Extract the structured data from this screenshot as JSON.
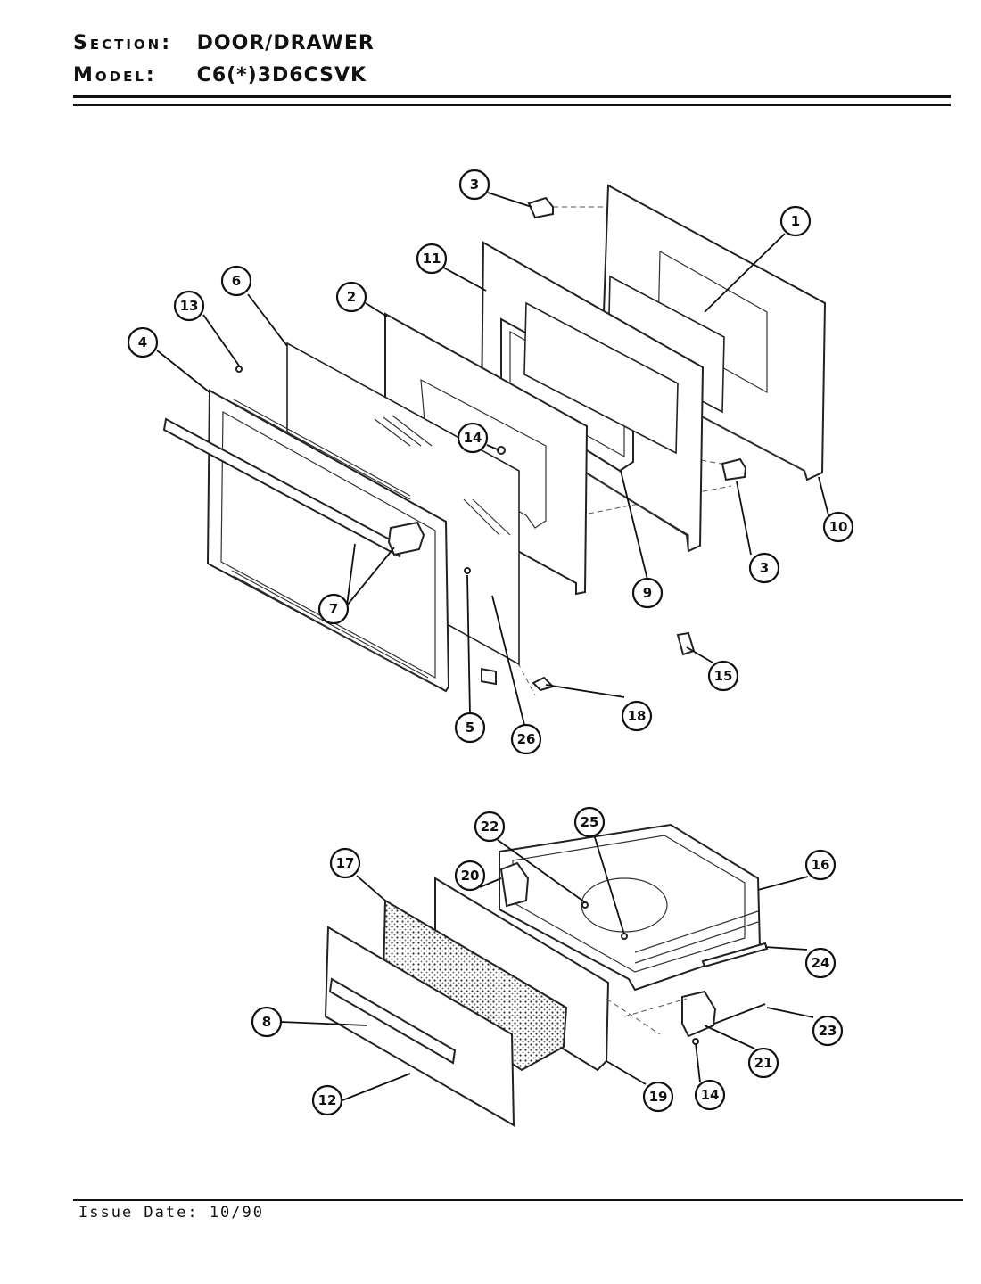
{
  "header": {
    "section_label": "Section:",
    "section_value": "DOOR/DRAWER",
    "model_label": "Model:",
    "model_value": "C6(*)3D6CSVK"
  },
  "footer": {
    "issue_date": "Issue Date: 10/90"
  },
  "callouts": {
    "door": [
      "3",
      "1",
      "11",
      "2",
      "6",
      "13",
      "4",
      "14",
      "3",
      "10",
      "9",
      "7",
      "5",
      "26",
      "15",
      "18"
    ],
    "drawer": [
      "22",
      "25",
      "17",
      "20",
      "16",
      "24",
      "8",
      "23",
      "21",
      "12",
      "19",
      "14"
    ]
  }
}
